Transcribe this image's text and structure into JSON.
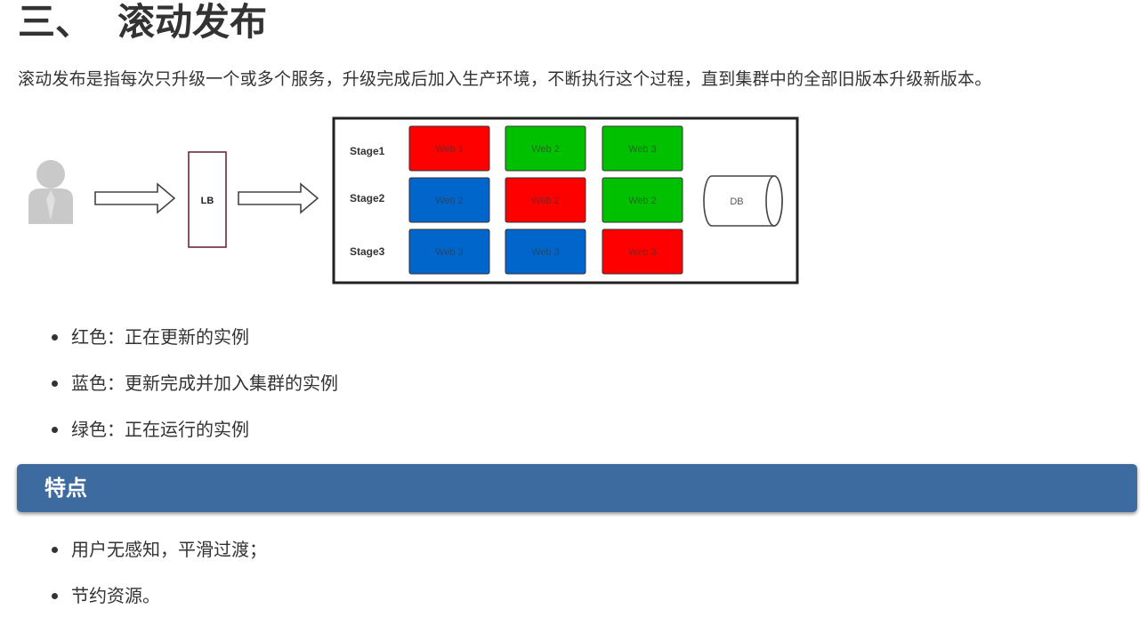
{
  "heading": {
    "number": "三、",
    "text": "滚动发布"
  },
  "intro": "滚动发布是指每次只升级一个或多个服务，升级完成后加入生产环境，不断执行这个过程，直到集群中的全部旧版本升级新版本。",
  "diagram": {
    "user_icon": "user-icon",
    "lb_label": "LB",
    "db_label": "DB",
    "stages": [
      {
        "label": "Stage1",
        "instances": [
          {
            "label": "Web 1",
            "status": "red"
          },
          {
            "label": "Web 2",
            "status": "green"
          },
          {
            "label": "Web 3",
            "status": "green"
          }
        ]
      },
      {
        "label": "Stage2",
        "instances": [
          {
            "label": "Web 2",
            "status": "blue"
          },
          {
            "label": "Web 2",
            "status": "red"
          },
          {
            "label": "Web 2",
            "status": "green"
          }
        ]
      },
      {
        "label": "Stage3",
        "instances": [
          {
            "label": "Web 3",
            "status": "blue"
          },
          {
            "label": "Web 3",
            "status": "blue"
          },
          {
            "label": "Web 3",
            "status": "red"
          }
        ]
      }
    ],
    "colors": {
      "red": "#ff0000",
      "green": "#00c000",
      "blue": "#0066cc"
    }
  },
  "legend": [
    "红色：正在更新的实例",
    "蓝色：更新完成并加入集群的实例",
    "绿色：正在运行的实例"
  ],
  "section": {
    "title": "特点",
    "color": "#3e6b9f",
    "items": [
      "用户无感知，平滑过渡；",
      "节约资源。"
    ]
  }
}
